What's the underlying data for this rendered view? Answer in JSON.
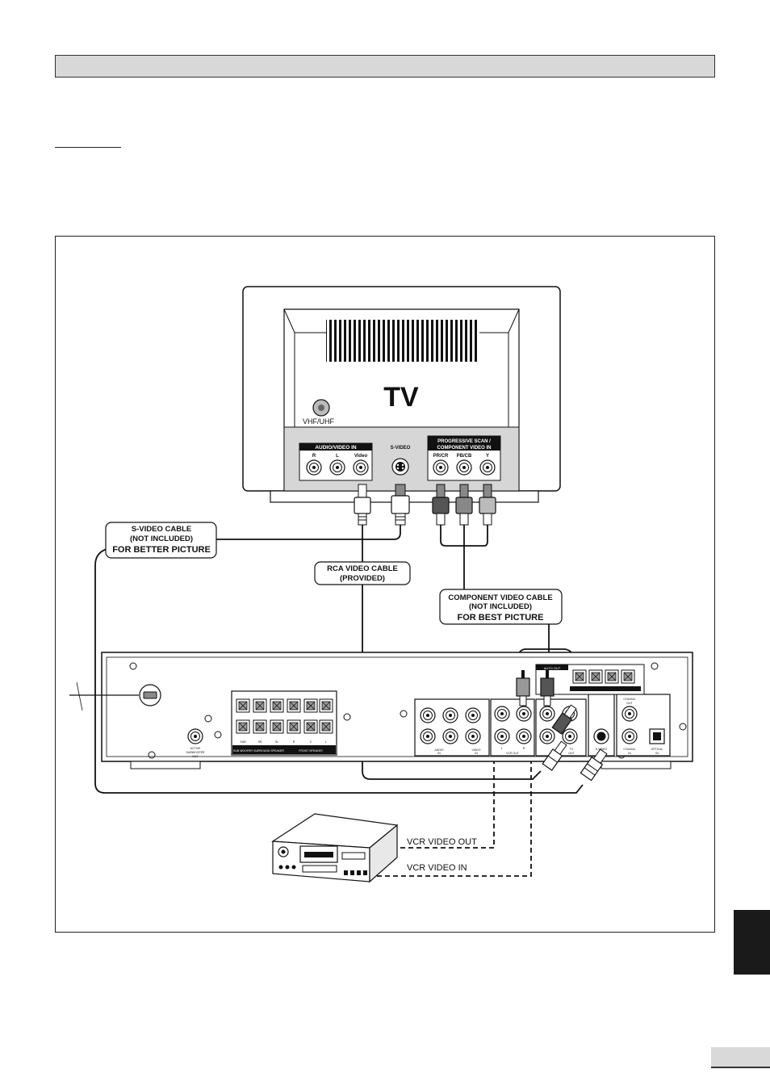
{
  "tv": {
    "title": "TV",
    "antenna_label": "VHF/UHF",
    "av_group_label": "AUDIO/VIDEO IN",
    "av_jacks": [
      "R",
      "L",
      "Video"
    ],
    "svideo_label": "S-VIDEO",
    "component_group_label_1": "PROGRESSIVE SCAN /",
    "component_group_label_2": "COMPONENT VIDEO IN",
    "component_jacks": [
      "PR/CR",
      "PB/CB",
      "Y"
    ]
  },
  "cables": {
    "svideo": [
      "S-VIDEO CABLE",
      "(NOT INCLUDED)",
      "FOR BETTER PICTURE"
    ],
    "rca": [
      "RCA VIDEO CABLE",
      "(PROVIDED)"
    ],
    "component": [
      "COMPONENT VIDEO CABLE",
      "(NOT INCLUDED)",
      "FOR BEST PICTURE"
    ]
  },
  "vcr": {
    "video_out": "VCR VIDEO OUT",
    "video_in": "VCR VIDEO IN"
  },
  "receiver": {
    "subwoofer_out": [
      "ACTIVE",
      "SUBWOOFER",
      "OUT"
    ],
    "speaker_groups": [
      "SUB WOOFER",
      "SURROUND SPEAKER",
      "FRONT SPEAKER"
    ],
    "speaker_terminals": [
      "SUB",
      "SR",
      "SL",
      "R",
      "C",
      "L"
    ],
    "audio_in": [
      "AUDIO",
      "IN"
    ],
    "video_in": [
      "VIDEO",
      "IN"
    ],
    "vcr_out": [
      "L",
      "R",
      "VCR OUT"
    ],
    "tv_out": [
      "TV",
      "OUT"
    ],
    "svideo_out": [
      "S-VIDEO",
      "OUT"
    ],
    "coaxial_out": [
      "COAXIAL",
      "OUT"
    ],
    "coaxial_in": [
      "COAXIAL",
      "IN"
    ],
    "optical_in": [
      "OPTICAL",
      "IN"
    ],
    "auto_out": "AUTO OUT"
  }
}
